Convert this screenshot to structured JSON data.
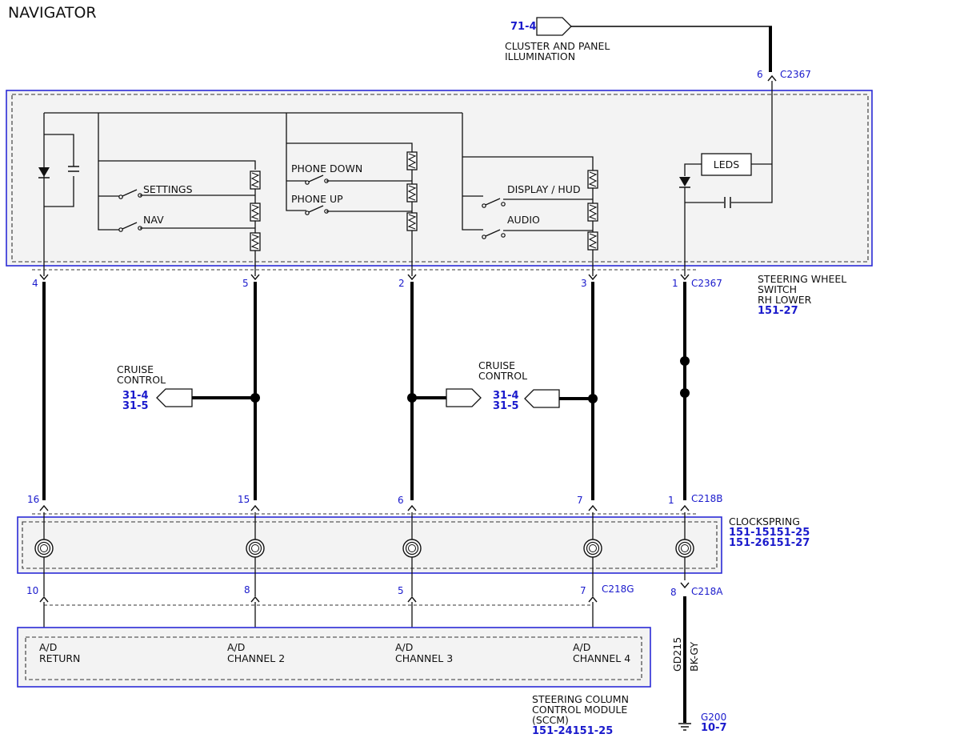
{
  "title": "NAVIGATOR",
  "illumination": {
    "ref": "71-4",
    "line1": "CLUSTER AND PANEL",
    "line2": "ILLUMINATION"
  },
  "c2367": {
    "top_pin": "6",
    "connector": "C2367",
    "pins": [
      "4",
      "5",
      "2",
      "3",
      "1"
    ]
  },
  "switch_module": {
    "switches": {
      "settings": "SETTINGS",
      "nav": "NAV",
      "phone_down": "PHONE DOWN",
      "phone_up": "PHONE UP",
      "display_hud": "DISPLAY / HUD",
      "audio": "AUDIO"
    },
    "leds": "LEDS",
    "name": [
      "STEERING WHEEL",
      "SWITCH",
      "RH LOWER"
    ],
    "ref": "151-27"
  },
  "cruise_left": {
    "line1": "CRUISE",
    "line2": "CONTROL",
    "ref1": "31-4",
    "ref2": "31-5"
  },
  "cruise_right": {
    "line1": "CRUISE",
    "line2": "CONTROL",
    "ref1": "31-4",
    "ref2": "31-5"
  },
  "c218b": {
    "connector": "C218B",
    "pins": [
      "16",
      "15",
      "6",
      "7",
      "1"
    ]
  },
  "clockspring": {
    "name": "CLOCKSPRING",
    "ref1": "151-15151-25",
    "ref2": "151-26151-27"
  },
  "c218g": {
    "connector": "C218G",
    "pins": [
      "10",
      "8",
      "5",
      "7"
    ]
  },
  "c218a": {
    "connector": "C218A",
    "pin": "8"
  },
  "sccm": {
    "channels": [
      {
        "l1": "A/D",
        "l2": "RETURN"
      },
      {
        "l1": "A/D",
        "l2": "CHANNEL 2"
      },
      {
        "l1": "A/D",
        "l2": "CHANNEL 3"
      },
      {
        "l1": "A/D",
        "l2": "CHANNEL 4"
      }
    ],
    "name": [
      "STEERING COLUMN",
      "CONTROL MODULE",
      "(SCCM)"
    ],
    "ref": "151-24151-25"
  },
  "ground": {
    "wire": "GD215",
    "color": "BK-GY",
    "id": "G200",
    "ref": "10-7"
  }
}
